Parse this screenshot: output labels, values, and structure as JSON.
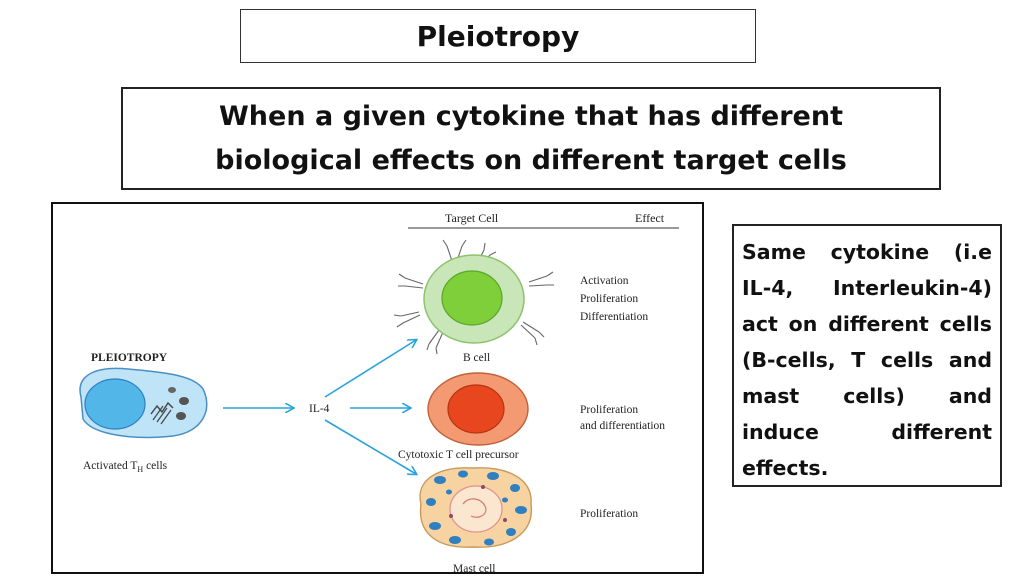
{
  "title": "Pleiotropy",
  "definition": {
    "line1": "When a given cytokine that has different",
    "line2": "biological effects on different target cells"
  },
  "figure": {
    "header_target": "Target Cell",
    "header_effect": "Effect",
    "heading": "PLEIOTROPY",
    "source_cell_label": "Activated T",
    "source_cell_subscript": "H",
    "source_cell_suffix": " cells",
    "cytokine": "IL-4",
    "targets": [
      {
        "cell": "B cell",
        "effects": [
          "Activation",
          "Proliferation",
          "Differentiation"
        ]
      },
      {
        "cell": "Cytotoxic T cell precursor",
        "effects": [
          "Proliferation",
          "and differentiation"
        ]
      },
      {
        "cell": "Mast cell",
        "effects": [
          "Proliferation"
        ]
      }
    ],
    "colors": {
      "arrow": "#29a3dc",
      "th_cell_fill": "#bfe3f7",
      "th_nucleus": "#52b6e8",
      "b_cell_outer": "#c9e6b8",
      "b_cell_nucleus": "#7fcf3a",
      "t_cell_outer": "#f39a73",
      "t_cell_nucleus": "#e8461f",
      "mast_cell_fill": "#f6d3a0",
      "mast_granule": "#2f7fc1"
    }
  },
  "side_note": "Same cytokine (i.e IL-4, Interleukin-4) act on different cells (B-cells, T cells and mast cells) and induce different effects."
}
